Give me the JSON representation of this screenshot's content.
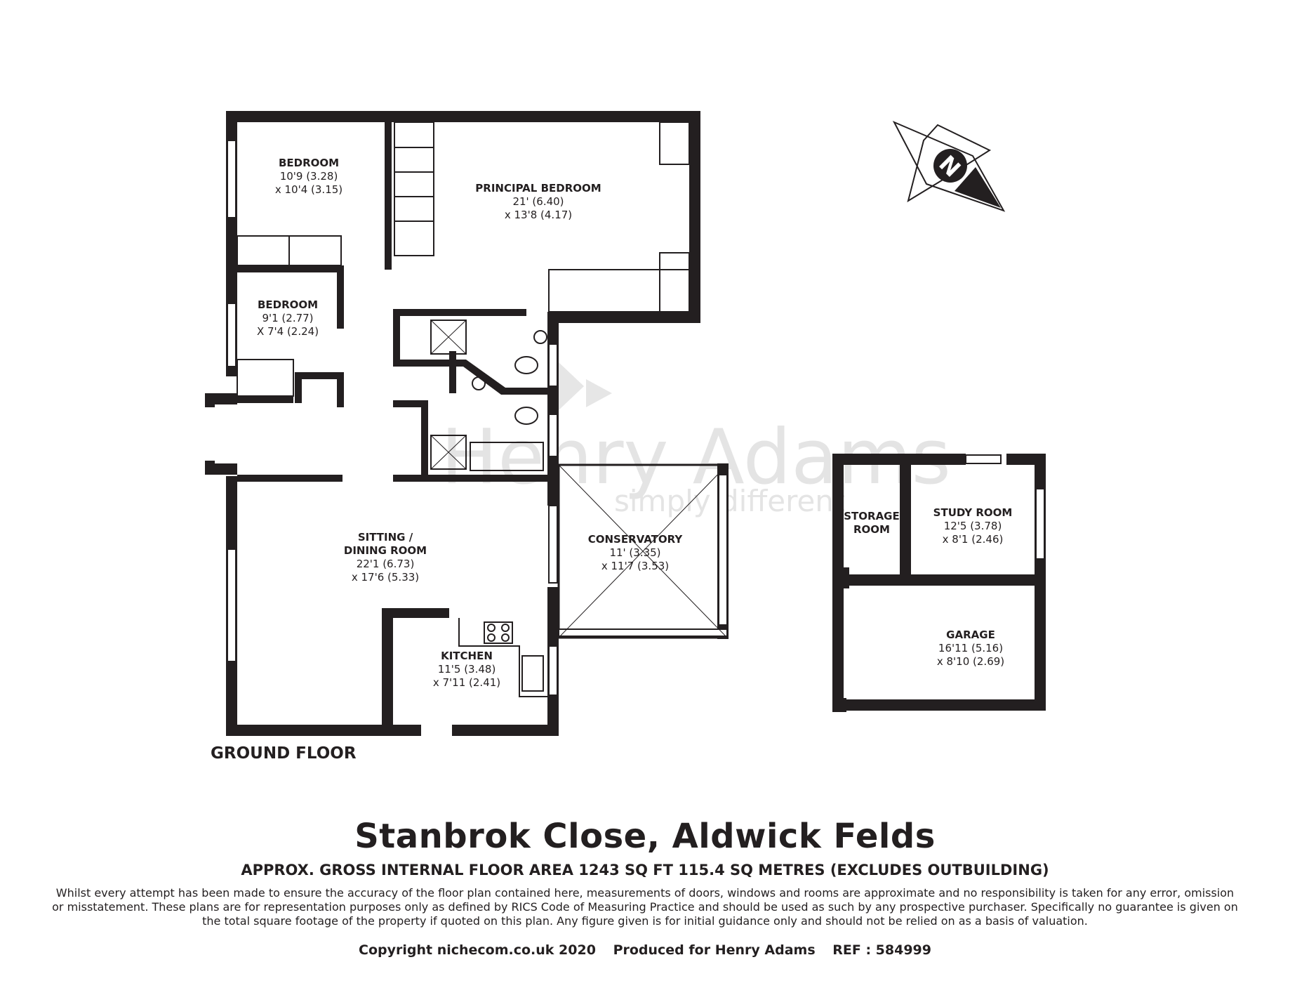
{
  "watermark": {
    "brand": "Henry Adams",
    "tagline": "simply different"
  },
  "compass": {
    "letter": "N"
  },
  "floor_label": "GROUND FLOOR",
  "rooms": {
    "bedroom1": {
      "name": "BEDROOM",
      "dim1": "10'9 (3.28)",
      "dim2": "x 10'4 (3.15)"
    },
    "principal": {
      "name": "PRINCIPAL BEDROOM",
      "dim1": "21' (6.40)",
      "dim2": "x 13'8 (4.17)"
    },
    "bedroom2": {
      "name": "BEDROOM",
      "dim1": "9'1 (2.77)",
      "dim2": "X 7'4 (2.24)"
    },
    "sitting": {
      "name1": "SITTING /",
      "name2": "DINING ROOM",
      "dim1": "22'1 (6.73)",
      "dim2": "x 17'6 (5.33)"
    },
    "conservatory": {
      "name": "CONSERVATORY",
      "dim1": "11' (3.35)",
      "dim2": "x 11'7 (3.53)"
    },
    "kitchen": {
      "name": "KITCHEN",
      "dim1": "11'5 (3.48)",
      "dim2": "x 7'11 (2.41)"
    },
    "storage": {
      "name1": "STORAGE",
      "name2": "ROOM"
    },
    "study": {
      "name": "STUDY ROOM",
      "dim1": "12'5 (3.78)",
      "dim2": "x 8'1 (2.46)"
    },
    "garage": {
      "name": "GARAGE",
      "dim1": "16'11 (5.16)",
      "dim2": "x 8'10 (2.69)"
    }
  },
  "footer": {
    "title": "Stanbrok Close, Aldwick Felds",
    "area": "APPROX. GROSS INTERNAL FLOOR AREA 1243 SQ FT 115.4 SQ METRES (EXCLUDES OUTBUILDING)",
    "disclaimer": "Whilst every attempt has been made to ensure the accuracy of the floor plan contained here, measurements of doors, windows and rooms are approximate and no responsibility is taken for any error, omission or misstatement. These plans are for representation purposes only as defined by RICS Code of Measuring Practice and should be used as such by any prospective purchaser.  Specifically no guarantee is given on the total square footage of the property if quoted on this plan. Any figure given is for initial guidance only and should not be relied on as a basis of valuation.",
    "copyright": "Copyright nichecom.co.uk 2020",
    "produced": "Produced for Henry Adams",
    "ref": "REF : 584999"
  }
}
